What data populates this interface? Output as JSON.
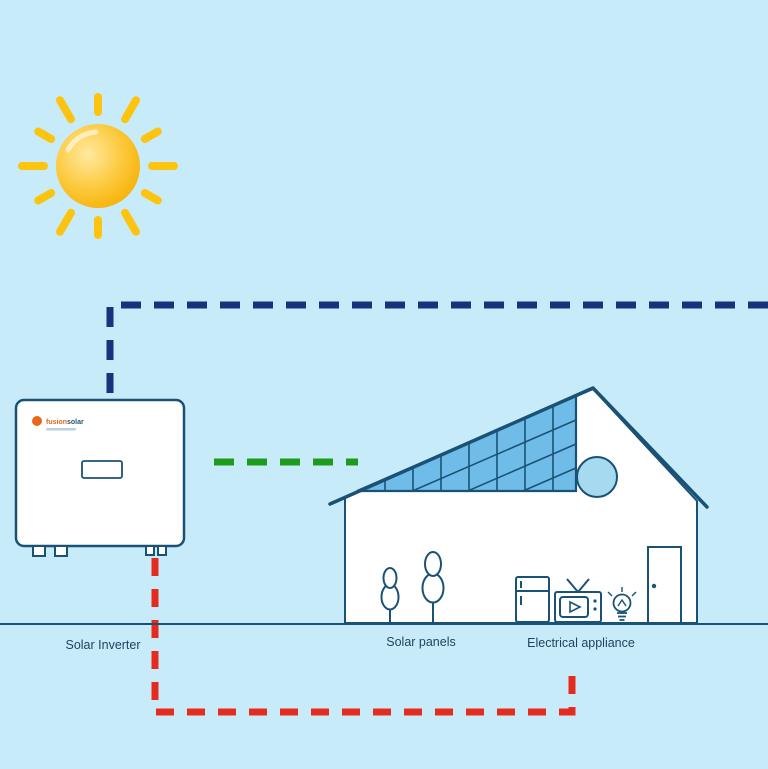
{
  "diagram": {
    "title_hint": "Solar energy system diagram",
    "labels": {
      "inverter": "Solar Inverter",
      "panels": "Solar panels",
      "appliance": "Electrical appliance"
    },
    "inverter": {
      "brand_part1": "fusion",
      "brand_part2": "solar"
    }
  },
  "colors": {
    "background": "#c8ebfa",
    "outline": "#1a5276",
    "label_text": "#24425f",
    "sun_core": "#fcc93c",
    "sun_core_highlight": "#ffe9a0",
    "sun_core_deep": "#f5ae00",
    "sun_ray": "#fdc40f",
    "panel_fill": "#6fbce9",
    "panel_grid": "#1a5276",
    "window_fill": "#a5daf0",
    "house_fill": "#ffffff",
    "dc_line": "#16337c",
    "ac_line": "#1d9b1d",
    "load_line": "#e52b1e",
    "brand_orange": "#e8681a"
  }
}
